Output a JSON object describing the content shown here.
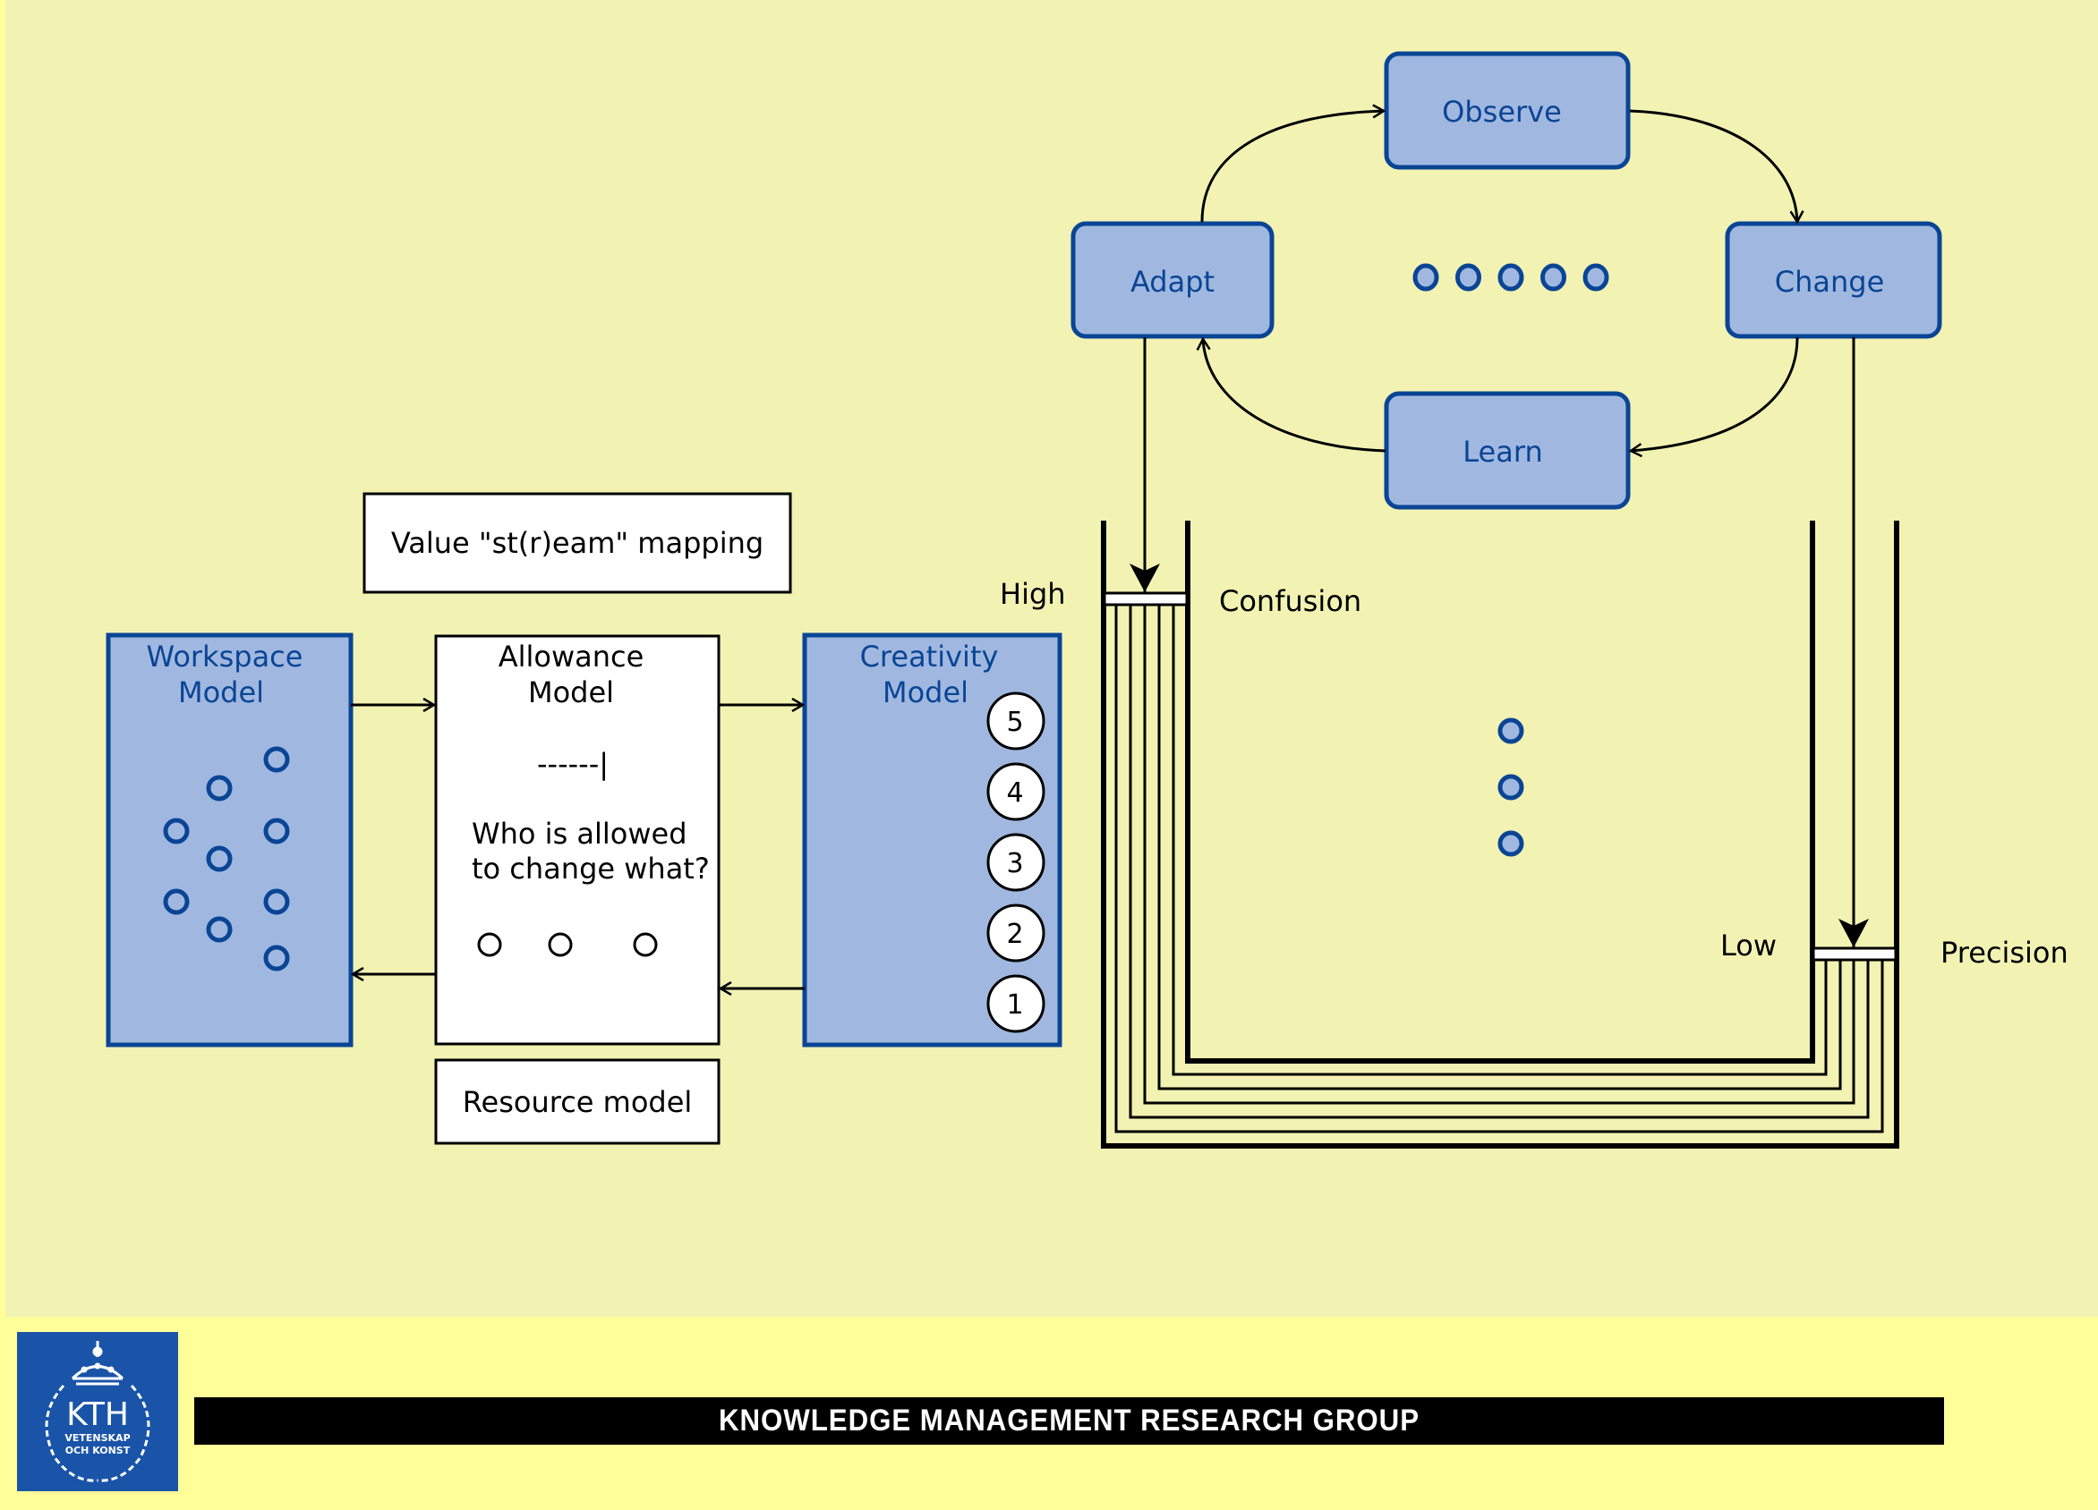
{
  "colors": {
    "background": "#F2F2B3",
    "footer_background": "#FFFF99",
    "box_fill": "#A0B8E0",
    "box_border": "#0A4595",
    "box_text": "#0A4595",
    "ink": "#000000",
    "logo_blue": "#1a54a8"
  },
  "left_diagram": {
    "value_stream_box": "Value \"st(r)eam\" mapping",
    "workspace_model": {
      "line1": "Workspace",
      "line2": "Model",
      "circle_count": 9
    },
    "allowance_model": {
      "line1": "Allowance",
      "line2": "Model",
      "separator": "------|",
      "question_line1": "Who is allowed",
      "question_line2": "to change what?",
      "circle_count": 3
    },
    "creativity_model": {
      "line1": "Creativity",
      "line2": "Model",
      "levels": [
        "5",
        "4",
        "3",
        "2",
        "1"
      ]
    },
    "resource_model": "Resource model"
  },
  "cycle": {
    "nodes": {
      "observe": "Observe",
      "change": "Change",
      "learn": "Learn",
      "adapt": "Adapt"
    },
    "center_dot_count": 5
  },
  "tank": {
    "left_level_label": "High",
    "left_label": "Confusion",
    "right_level_label": "Low",
    "right_label": "Precision",
    "middle_dot_count": 3
  },
  "footer": {
    "logo": {
      "initials": "KTH",
      "motto_line1": "VETENSKAP",
      "motto_line2": "OCH KONST"
    },
    "group_name": "KNOWLEDGE MANAGEMENT RESEARCH GROUP"
  }
}
